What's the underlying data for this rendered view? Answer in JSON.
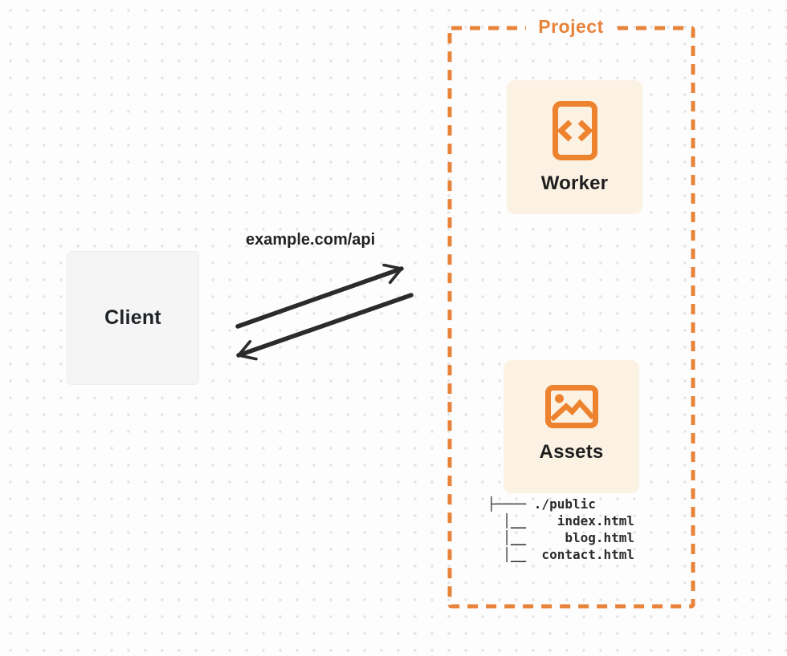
{
  "diagram": {
    "client": {
      "label": "Client"
    },
    "request": {
      "label": "example.com/api"
    },
    "project": {
      "label": "Project",
      "worker": {
        "label": "Worker",
        "icon": "code-file-icon"
      },
      "assets": {
        "label": "Assets",
        "icon": "image-icon"
      },
      "file_tree": {
        "lines": [
          "├──── ./public",
          "  │__    index.html",
          "  │__     blog.html",
          "  │__  contact.html"
        ]
      }
    },
    "colors": {
      "accent_orange": "#E8833A",
      "card_cream": "#FCF2E4",
      "client_gray": "#F5F5F6",
      "ink": "#232323",
      "arrow": "#2B2B2B",
      "page_background": "#FDFDFD",
      "dot_grid": "#E3E3E4"
    }
  }
}
